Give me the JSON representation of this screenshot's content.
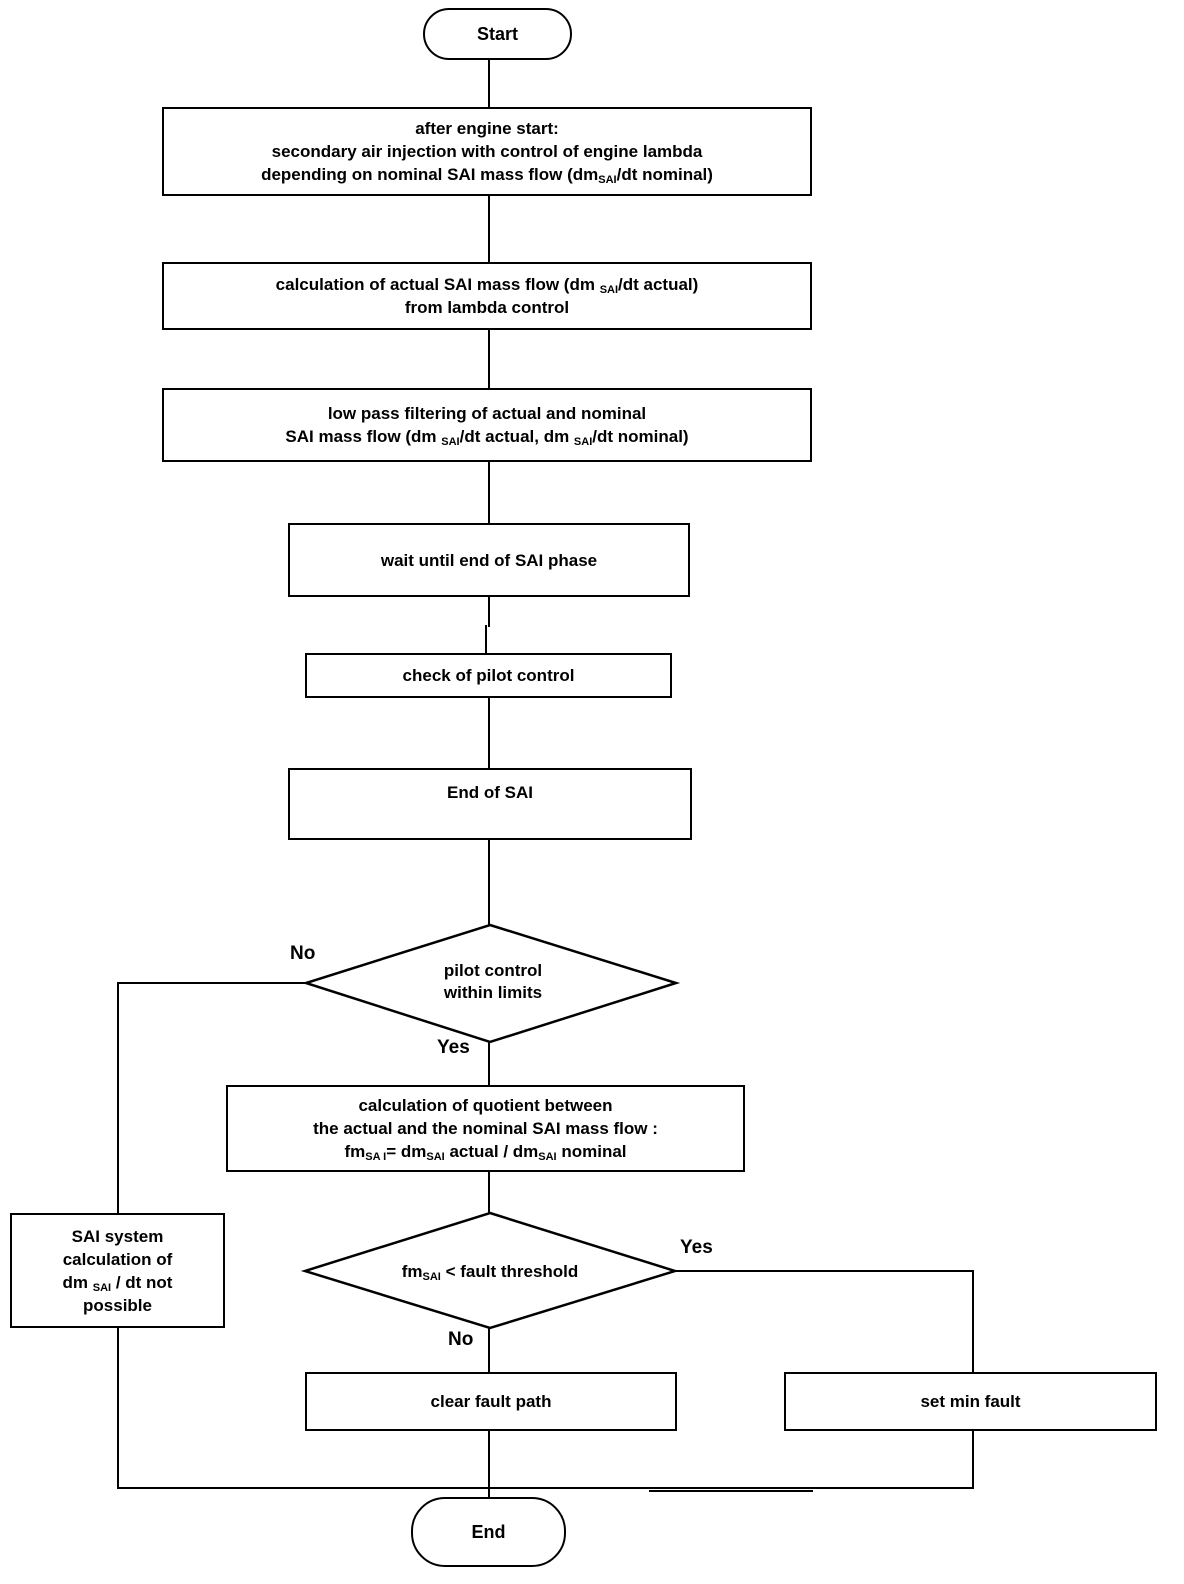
{
  "diagram": {
    "background_color": "#ffffff",
    "line_color": "#000000",
    "nodes": {
      "start": {
        "type": "terminator",
        "label": "Start"
      },
      "box_after_start": {
        "type": "process",
        "lines": [
          "after engine start:",
          "secondary air injection with control of engine lambda",
          "depending on nominal SAI mass flow (dm~SAI~/dt nominal)"
        ]
      },
      "box_calc_actual": {
        "type": "process",
        "lines": [
          "calculation of actual SAI mass flow (dm ~SAI~/dt actual)",
          "from lambda control"
        ]
      },
      "box_low_pass": {
        "type": "process",
        "lines": [
          "low pass filtering of actual and nominal",
          "SAI mass flow (dm ~SAI~/dt actual, dm ~SAI~/dt nominal)"
        ]
      },
      "box_wait": {
        "type": "process",
        "label": "wait until end of SAI phase"
      },
      "box_check_pilot": {
        "type": "process",
        "label": "check of pilot control"
      },
      "box_end_sai": {
        "type": "process",
        "label": "End of SAI"
      },
      "dec_pilot": {
        "type": "decision",
        "lines": [
          "pilot control",
          "within limits"
        ],
        "no_label": "No",
        "yes_label": "Yes"
      },
      "box_quotient": {
        "type": "process",
        "lines": [
          "calculation of quotient between",
          "the actual and the nominal SAI mass flow :",
          "fm~SA I~= dm~SAI~ actual / dm~SAI~ nominal"
        ]
      },
      "dec_threshold": {
        "type": "decision",
        "label": "fm~SAI~ < fault threshold",
        "yes_label": "Yes",
        "no_label": "No"
      },
      "box_sai_impossible": {
        "type": "process",
        "lines": [
          "SAI system",
          "calculation of",
          "dm ~SAI~ / dt not",
          "possible"
        ]
      },
      "box_clear_fault": {
        "type": "process",
        "label": "clear fault path"
      },
      "box_set_min_fault": {
        "type": "process",
        "label": "set min fault"
      },
      "end": {
        "type": "terminator",
        "label": "End"
      }
    }
  }
}
